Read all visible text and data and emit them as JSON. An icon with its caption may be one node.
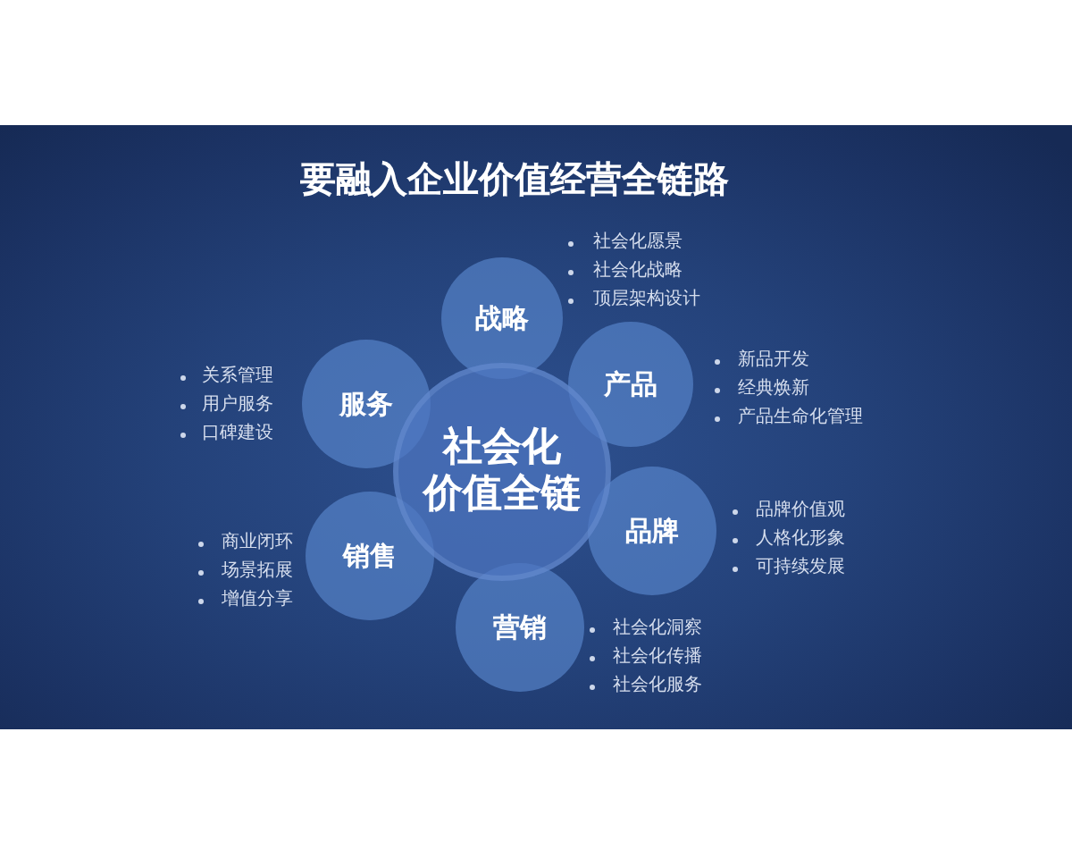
{
  "diagram": {
    "title": "要融入企业价值经营全链路",
    "nodes": [
      {
        "text": [
          "社会化价值全链"
        ]
      },
      {
        "text": [
          "战略"
        ],
        "beside": [
          "社会化愿景",
          "社会化战略",
          "顶层架构设计"
        ]
      },
      {
        "text": [
          "产品"
        ],
        "beside": [
          "新品开发",
          "经典焕新",
          "产品生命化管理"
        ]
      },
      {
        "text": [
          "品牌"
        ],
        "beside": [
          "品牌价值观",
          "人格化形象",
          "可持续发展"
        ]
      },
      {
        "text": [
          "营销"
        ],
        "beside": [
          "社会化洞察",
          "社会化传播",
          "社会化服务"
        ]
      },
      {
        "text": [
          "销售"
        ],
        "beside": [
          "商业闭环",
          "场景拓展",
          "增值分享"
        ]
      },
      {
        "text": [
          "服务"
        ],
        "beside": [
          "关系管理",
          "用户服务",
          "口碑建设"
        ]
      }
    ]
  }
}
